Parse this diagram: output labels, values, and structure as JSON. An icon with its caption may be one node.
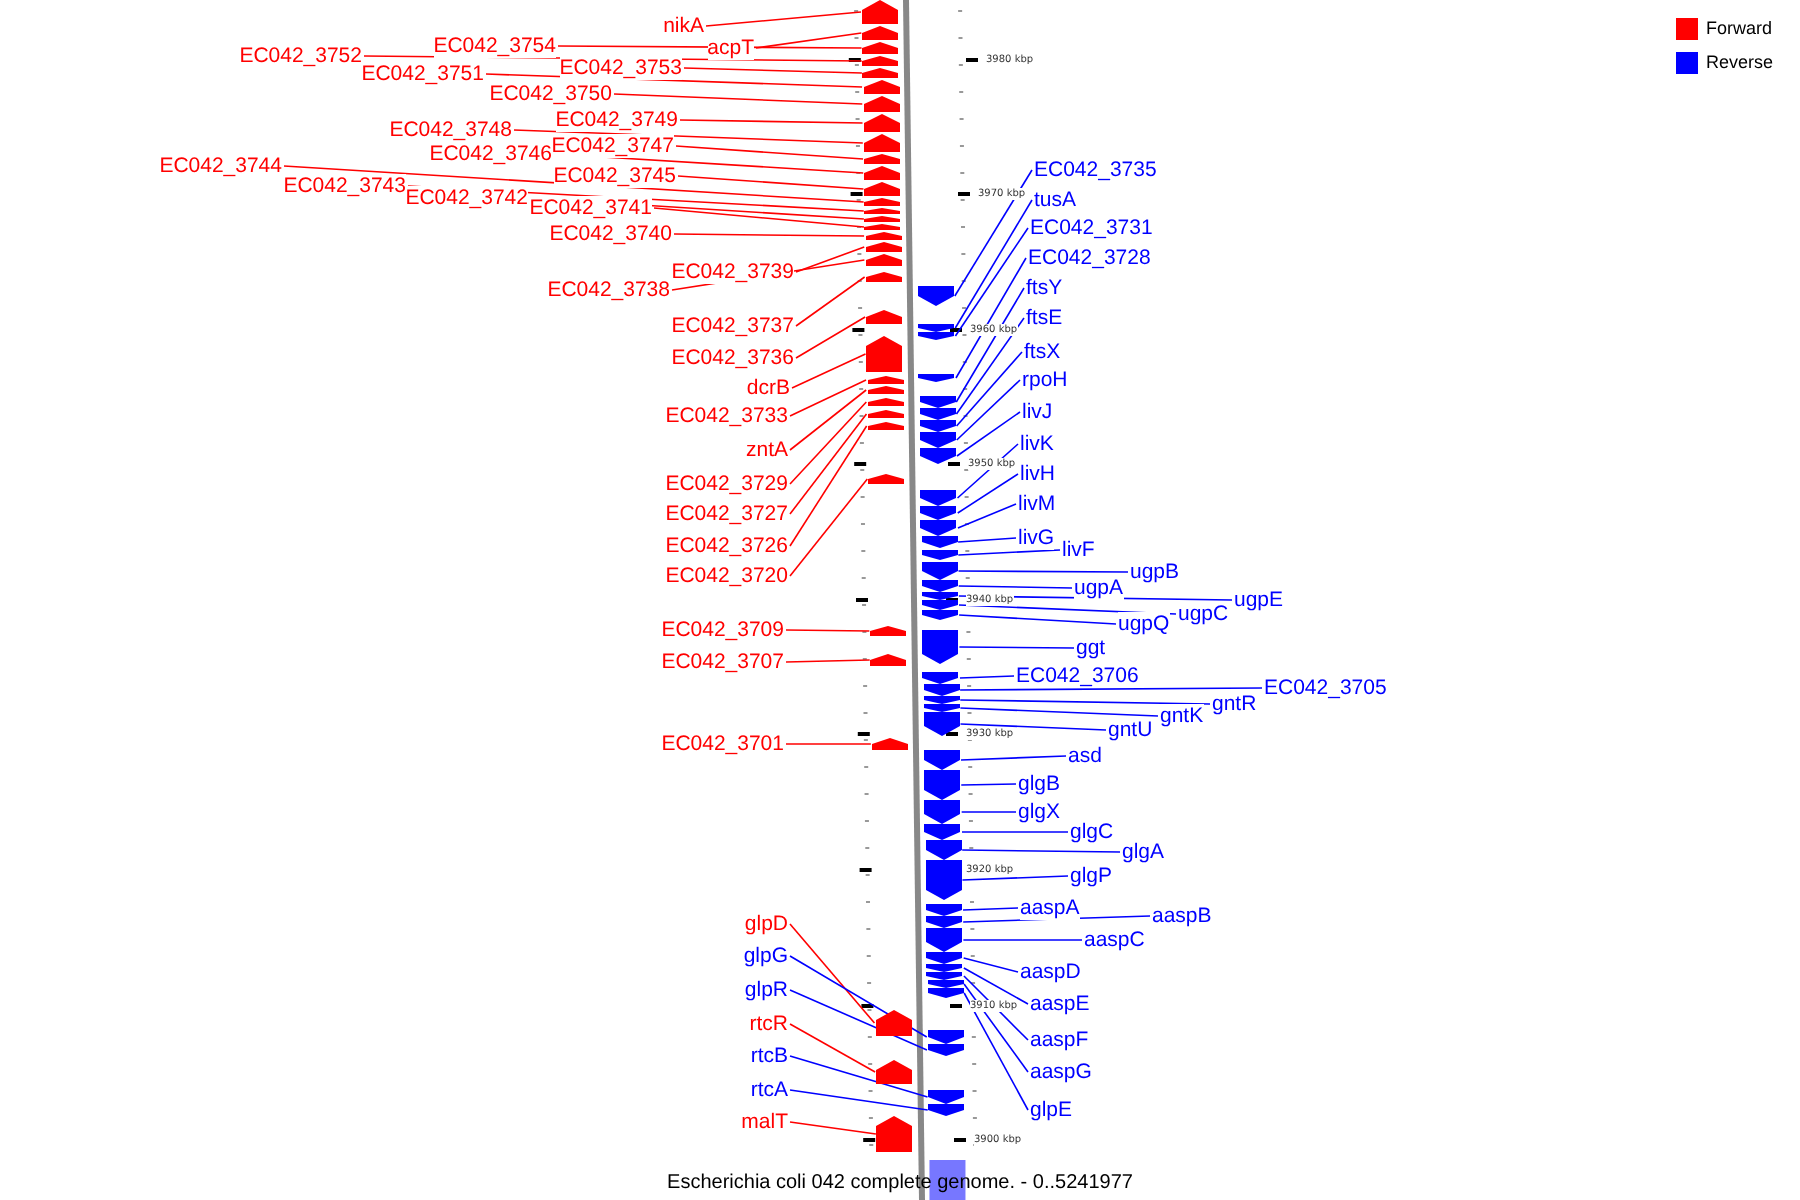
{
  "diagram": {
    "caption": "Escherichia coli 042 complete genome. - 0..5241977",
    "nodes": [
      {
        "text": [
          "nikA"
        ]
      },
      {
        "text": [
          "acpT"
        ]
      },
      {
        "text": [
          "EC042_3754"
        ]
      },
      {
        "text": [
          "EC042_3752"
        ]
      },
      {
        "text": [
          "EC042_3753"
        ]
      },
      {
        "text": [
          "EC042_3751"
        ]
      },
      {
        "text": [
          "EC042_3750"
        ]
      },
      {
        "text": [
          "EC042_3749"
        ]
      },
      {
        "text": [
          "EC042_3748"
        ]
      },
      {
        "text": [
          "EC042_3747"
        ]
      },
      {
        "text": [
          "EC042_3746"
        ]
      },
      {
        "text": [
          "EC042_3745"
        ]
      },
      {
        "text": [
          "EC042_3744"
        ]
      },
      {
        "text": [
          "EC042_3743"
        ]
      },
      {
        "text": [
          "EC042_3742"
        ]
      },
      {
        "text": [
          "EC042_3741"
        ]
      },
      {
        "text": [
          "EC042_3740"
        ]
      },
      {
        "text": [
          "EC042_3739"
        ]
      },
      {
        "text": [
          "EC042_3738"
        ]
      },
      {
        "text": [
          "EC042_3737"
        ]
      },
      {
        "text": [
          "EC042_3736"
        ]
      },
      {
        "text": [
          "dcrB"
        ]
      },
      {
        "text": [
          "EC042_3733"
        ]
      },
      {
        "text": [
          "zntA"
        ]
      },
      {
        "text": [
          "EC042_3729"
        ]
      },
      {
        "text": [
          "EC042_3727"
        ]
      },
      {
        "text": [
          "EC042_3726"
        ]
      },
      {
        "text": [
          "EC042_3720"
        ]
      },
      {
        "text": [
          "EC042_3709"
        ]
      },
      {
        "text": [
          "EC042_3707"
        ]
      },
      {
        "text": [
          "EC042_3701"
        ]
      },
      {
        "text": [
          "glpD"
        ]
      },
      {
        "text": [
          "glpG"
        ]
      },
      {
        "text": [
          "glpR"
        ]
      },
      {
        "text": [
          "rtcR"
        ]
      },
      {
        "text": [
          "rtcB"
        ]
      },
      {
        "text": [
          "rtcA"
        ]
      },
      {
        "text": [
          "malT"
        ]
      },
      {
        "text": [
          "EC042_3735"
        ]
      },
      {
        "text": [
          "tusA"
        ]
      },
      {
        "text": [
          "EC042_3731"
        ]
      },
      {
        "text": [
          "EC042_3728"
        ]
      },
      {
        "text": [
          "ftsY"
        ]
      },
      {
        "text": [
          "ftsE"
        ]
      },
      {
        "text": [
          "ftsX"
        ]
      },
      {
        "text": [
          "rpoH"
        ]
      },
      {
        "text": [
          "livJ"
        ]
      },
      {
        "text": [
          "livK"
        ]
      },
      {
        "text": [
          "livH"
        ]
      },
      {
        "text": [
          "livM"
        ]
      },
      {
        "text": [
          "livG"
        ]
      },
      {
        "text": [
          "livF"
        ]
      },
      {
        "text": [
          "ugpB"
        ]
      },
      {
        "text": [
          "ugpA"
        ]
      },
      {
        "text": [
          "ugpE"
        ]
      },
      {
        "text": [
          "ugpC"
        ]
      },
      {
        "text": [
          "ugpQ"
        ]
      },
      {
        "text": [
          "ggt"
        ]
      },
      {
        "text": [
          "EC042_3706"
        ]
      },
      {
        "text": [
          "EC042_3705"
        ]
      },
      {
        "text": [
          "gntR"
        ]
      },
      {
        "text": [
          "gntK"
        ]
      },
      {
        "text": [
          "gntU"
        ]
      },
      {
        "text": [
          "asd"
        ]
      },
      {
        "text": [
          "glgB"
        ]
      },
      {
        "text": [
          "glgX"
        ]
      },
      {
        "text": [
          "glgC"
        ]
      },
      {
        "text": [
          "glgA"
        ]
      },
      {
        "text": [
          "glgP"
        ]
      },
      {
        "text": [
          "aaspA"
        ]
      },
      {
        "text": [
          "aaspB"
        ]
      },
      {
        "text": [
          "aaspC"
        ]
      },
      {
        "text": [
          "aaspD"
        ]
      },
      {
        "text": [
          "aaspE"
        ]
      },
      {
        "text": [
          "aaspF"
        ]
      },
      {
        "text": [
          "aaspG"
        ]
      },
      {
        "text": [
          "glpE"
        ]
      },
      {
        "text": [],
        "shape": "pentagon"
      },
      {
        "text": [],
        "shape": "pentagon"
      },
      {
        "text": [],
        "shape": "pentagon"
      },
      {
        "text": [],
        "shape": "pentagon"
      },
      {
        "text": [],
        "shape": "pentagon"
      },
      {
        "text": [],
        "shape": "pentagon"
      },
      {
        "text": [],
        "shape": "pentagon"
      },
      {
        "text": [],
        "shape": "pentagon"
      },
      {
        "text": [],
        "shape": "pentagon"
      },
      {
        "text": [],
        "shape": "pentagon"
      },
      {
        "text": [],
        "shape": "pentagon"
      },
      {
        "text": [],
        "shape": "pentagon"
      },
      {
        "text": [],
        "shape": "pentagon"
      },
      {
        "text": [],
        "shape": "pentagon"
      },
      {
        "text": [],
        "shape": "pentagon"
      },
      {
        "text": [],
        "shape": "pentagon"
      },
      {
        "text": [],
        "shape": "pentagon"
      },
      {
        "text": [],
        "shape": "pentagon"
      },
      {
        "text": [],
        "shape": "pentagon"
      },
      {
        "text": [],
        "shape": "pentagon"
      },
      {
        "text": [],
        "shape": "pentagon"
      },
      {
        "text": [],
        "shape": "pentagon"
      },
      {
        "text": [],
        "shape": "pentagon"
      },
      {
        "text": [],
        "shape": "pentagon"
      },
      {
        "text": [],
        "shape": "pentagon"
      },
      {
        "text": [],
        "shape": "pentagon"
      },
      {
        "text": [],
        "shape": "pentagon"
      },
      {
        "text": [],
        "shape": "pentagon"
      },
      {
        "text": [],
        "shape": "pentagon"
      },
      {
        "text": [],
        "shape": "pentagon"
      },
      {
        "text": [],
        "shape": "pentagon"
      },
      {
        "text": [],
        "shape": "pentagon"
      },
      {
        "text": [],
        "shape": "pentagon"
      },
      {
        "text": [],
        "shape": "pentagon"
      },
      {
        "text": [],
        "shape": "pentagon"
      },
      {
        "text": [],
        "shape": "pentagon"
      },
      {
        "text": [],
        "shape": "pentagon"
      },
      {
        "text": [],
        "shape": "pentagon"
      },
      {
        "text": [],
        "shape": "pentagon"
      },
      {
        "text": [],
        "shape": "pentagon"
      },
      {
        "text": [],
        "shape": "pentagon"
      },
      {
        "text": [],
        "shape": "pentagon"
      },
      {
        "text": [],
        "shape": "pentagon"
      },
      {
        "text": [],
        "shape": "pentagon"
      },
      {
        "text": [],
        "shape": "pentagon"
      },
      {
        "text": [],
        "shape": "pentagon"
      },
      {
        "text": [],
        "shape": "pentagon"
      },
      {
        "text": [],
        "shape": "pentagon"
      },
      {
        "text": [],
        "shape": "pentagon"
      },
      {
        "text": [],
        "shape": "pentagon"
      },
      {
        "text": [],
        "shape": "pentagon"
      },
      {
        "text": [],
        "shape": "pentagon"
      },
      {
        "text": [],
        "shape": "pentagon"
      },
      {
        "text": [],
        "shape": "pentagon"
      },
      {
        "text": [],
        "shape": "pentagon"
      },
      {
        "text": [],
        "shape": "pentagon"
      },
      {
        "text": [],
        "shape": "pentagon"
      },
      {
        "text": [],
        "shape": "pentagon"
      },
      {
        "text": [],
        "shape": "pentagon"
      },
      {
        "text": [],
        "shape": "pentagon"
      },
      {
        "text": [],
        "shape": "pentagon"
      },
      {
        "text": [],
        "shape": "pentagon"
      },
      {
        "text": [],
        "shape": "pentagon"
      },
      {
        "text": [],
        "shape": "pentagon"
      },
      {
        "text": [],
        "shape": "pentagon"
      },
      {
        "text": [],
        "shape": "pentagon"
      },
      {
        "text": [],
        "shape": "pentagon"
      },
      {
        "text": [],
        "shape": "pentagon"
      },
      {
        "text": [],
        "shape": "pentagon"
      },
      {
        "text": [],
        "shape": "pentagon"
      },
      {
        "text": [],
        "shape": "pentagon"
      },
      {
        "text": [],
        "shape": "pentagon"
      },
      {
        "text": [],
        "shape": "pentagon"
      },
      {
        "text": [],
        "shape": "pentagon"
      },
      {
        "text": [],
        "shape": "pentagon"
      },
      {
        "text": [],
        "shape": "pentagon"
      },
      {
        "text": [],
        "shape": "pentagon"
      }
    ],
    "edges": [
      {
        "from": 0,
        "to": 77,
        "arrow": "none",
        "color": "#ff0000"
      },
      {
        "from": 1,
        "to": 78,
        "arrow": "none",
        "color": "#ff0000"
      },
      {
        "from": 2,
        "to": 79,
        "arrow": "none",
        "color": "#ff0000"
      },
      {
        "from": 3,
        "to": 80,
        "arrow": "none",
        "color": "#ff0000"
      },
      {
        "from": 4,
        "to": 81,
        "arrow": "none",
        "color": "#ff0000"
      },
      {
        "from": 5,
        "to": 82,
        "arrow": "none",
        "color": "#ff0000"
      },
      {
        "from": 6,
        "to": 83,
        "arrow": "none",
        "color": "#ff0000"
      },
      {
        "from": 7,
        "to": 84,
        "arrow": "none",
        "color": "#ff0000"
      },
      {
        "from": 8,
        "to": 85,
        "arrow": "none",
        "color": "#ff0000"
      },
      {
        "from": 9,
        "to": 86,
        "arrow": "none",
        "color": "#ff0000"
      },
      {
        "from": 10,
        "to": 87,
        "arrow": "none",
        "color": "#ff0000"
      },
      {
        "from": 11,
        "to": 88,
        "arrow": "none",
        "color": "#ff0000"
      },
      {
        "from": 12,
        "to": 89,
        "arrow": "none",
        "color": "#ff0000"
      },
      {
        "from": 13,
        "to": 90,
        "arrow": "none",
        "color": "#ff0000"
      },
      {
        "from": 14,
        "to": 91,
        "arrow": "none",
        "color": "#ff0000"
      },
      {
        "from": 15,
        "to": 92,
        "arrow": "none",
        "color": "#ff0000"
      },
      {
        "from": 16,
        "to": 93,
        "arrow": "none",
        "color": "#ff0000"
      },
      {
        "from": 17,
        "to": 94,
        "arrow": "none",
        "color": "#ff0000"
      },
      {
        "from": 18,
        "to": 95,
        "arrow": "none",
        "color": "#ff0000"
      },
      {
        "from": 19,
        "to": 96,
        "arrow": "none",
        "color": "#ff0000"
      },
      {
        "from": 20,
        "to": 97,
        "arrow": "none",
        "color": "#ff0000"
      },
      {
        "from": 21,
        "to": 98,
        "arrow": "none",
        "color": "#ff0000"
      },
      {
        "from": 22,
        "to": 99,
        "arrow": "none",
        "color": "#ff0000"
      },
      {
        "from": 23,
        "to": 100,
        "arrow": "none",
        "color": "#ff0000"
      },
      {
        "from": 24,
        "to": 101,
        "arrow": "none",
        "color": "#ff0000"
      },
      {
        "from": 25,
        "to": 102,
        "arrow": "none",
        "color": "#ff0000"
      },
      {
        "from": 26,
        "to": 103,
        "arrow": "none",
        "color": "#ff0000"
      },
      {
        "from": 27,
        "to": 104,
        "arrow": "none",
        "color": "#ff0000"
      },
      {
        "from": 28,
        "to": 105,
        "arrow": "none",
        "color": "#ff0000"
      },
      {
        "from": 29,
        "to": 106,
        "arrow": "none",
        "color": "#ff0000"
      },
      {
        "from": 30,
        "to": 107,
        "arrow": "none",
        "color": "#ff0000"
      },
      {
        "from": 31,
        "to": 108,
        "arrow": "none",
        "color": "#ff0000"
      },
      {
        "from": 32,
        "to": 109,
        "arrow": "none",
        "color": "#0000ff"
      },
      {
        "from": 33,
        "to": 110,
        "arrow": "none",
        "color": "#0000ff"
      },
      {
        "from": 34,
        "to": 111,
        "arrow": "none",
        "color": "#ff0000"
      },
      {
        "from": 35,
        "to": 112,
        "arrow": "none",
        "color": "#0000ff"
      },
      {
        "from": 36,
        "to": 113,
        "arrow": "none",
        "color": "#0000ff"
      },
      {
        "from": 37,
        "to": 114,
        "arrow": "none",
        "color": "#ff0000"
      },
      {
        "from": 38,
        "to": 115,
        "arrow": "none",
        "color": "#0000ff"
      },
      {
        "from": 39,
        "to": 116,
        "arrow": "none",
        "color": "#0000ff"
      },
      {
        "from": 40,
        "to": 117,
        "arrow": "none",
        "color": "#0000ff"
      },
      {
        "from": 41,
        "to": 118,
        "arrow": "none",
        "color": "#0000ff"
      },
      {
        "from": 42,
        "to": 119,
        "arrow": "none",
        "color": "#0000ff"
      },
      {
        "from": 43,
        "to": 120,
        "arrow": "none",
        "color": "#0000ff"
      },
      {
        "from": 44,
        "to": 121,
        "arrow": "none",
        "color": "#0000ff"
      },
      {
        "from": 45,
        "to": 122,
        "arrow": "none",
        "color": "#0000ff"
      },
      {
        "from": 46,
        "to": 123,
        "arrow": "none",
        "color": "#0000ff"
      },
      {
        "from": 47,
        "to": 124,
        "arrow": "none",
        "color": "#0000ff"
      },
      {
        "from": 48,
        "to": 125,
        "arrow": "none",
        "color": "#0000ff"
      },
      {
        "from": 49,
        "to": 126,
        "arrow": "none",
        "color": "#0000ff"
      },
      {
        "from": 50,
        "to": 127,
        "arrow": "none",
        "color": "#0000ff"
      },
      {
        "from": 51,
        "to": 128,
        "arrow": "none",
        "color": "#0000ff"
      },
      {
        "from": 52,
        "to": 129,
        "arrow": "none",
        "color": "#0000ff"
      },
      {
        "from": 53,
        "to": 130,
        "arrow": "none",
        "color": "#0000ff"
      },
      {
        "from": 54,
        "to": 131,
        "arrow": "none",
        "color": "#0000ff"
      },
      {
        "from": 55,
        "to": 132,
        "arrow": "none",
        "color": "#0000ff"
      },
      {
        "from": 56,
        "to": 133,
        "arrow": "none",
        "color": "#0000ff"
      },
      {
        "from": 57,
        "to": 134,
        "arrow": "none",
        "color": "#0000ff"
      },
      {
        "from": 58,
        "to": 135,
        "arrow": "none",
        "color": "#0000ff"
      },
      {
        "from": 59,
        "to": 136,
        "arrow": "none",
        "color": "#0000ff"
      },
      {
        "from": 60,
        "to": 137,
        "arrow": "none",
        "color": "#0000ff"
      },
      {
        "from": 61,
        "to": 138,
        "arrow": "none",
        "color": "#0000ff"
      },
      {
        "from": 62,
        "to": 139,
        "arrow": "none",
        "color": "#0000ff"
      },
      {
        "from": 63,
        "to": 140,
        "arrow": "none",
        "color": "#0000ff"
      },
      {
        "from": 64,
        "to": 141,
        "arrow": "none",
        "color": "#0000ff"
      },
      {
        "from": 65,
        "to": 142,
        "arrow": "none",
        "color": "#0000ff"
      },
      {
        "from": 66,
        "to": 143,
        "arrow": "none",
        "color": "#0000ff"
      },
      {
        "from": 67,
        "to": 144,
        "arrow": "none",
        "color": "#0000ff"
      },
      {
        "from": 68,
        "to": 145,
        "arrow": "none",
        "color": "#0000ff"
      },
      {
        "from": 69,
        "to": 146,
        "arrow": "none",
        "color": "#0000ff"
      },
      {
        "from": 70,
        "to": 147,
        "arrow": "none",
        "color": "#0000ff"
      },
      {
        "from": 71,
        "to": 148,
        "arrow": "none",
        "color": "#0000ff"
      },
      {
        "from": 72,
        "to": 149,
        "arrow": "none",
        "color": "#0000ff"
      },
      {
        "from": 73,
        "to": 150,
        "arrow": "none",
        "color": "#0000ff"
      },
      {
        "from": 74,
        "to": 151,
        "arrow": "none",
        "color": "#0000ff"
      },
      {
        "from": 75,
        "to": 152,
        "arrow": "none",
        "color": "#0000ff"
      },
      {
        "from": 76,
        "to": 153,
        "arrow": "none",
        "color": "#0000ff"
      }
    ],
    "labels": [
      "3980 kbp",
      "3970 kbp",
      "3960 kbp",
      "3950 kbp",
      "3940 kbp",
      "3930 kbp",
      "3920 kbp",
      "3910 kbp",
      "3900 kbp"
    ],
    "legend": [
      {
        "text": "Forward",
        "color": "#ff0000"
      },
      {
        "text": "Reverse",
        "color": "#0000ff"
      }
    ]
  }
}
